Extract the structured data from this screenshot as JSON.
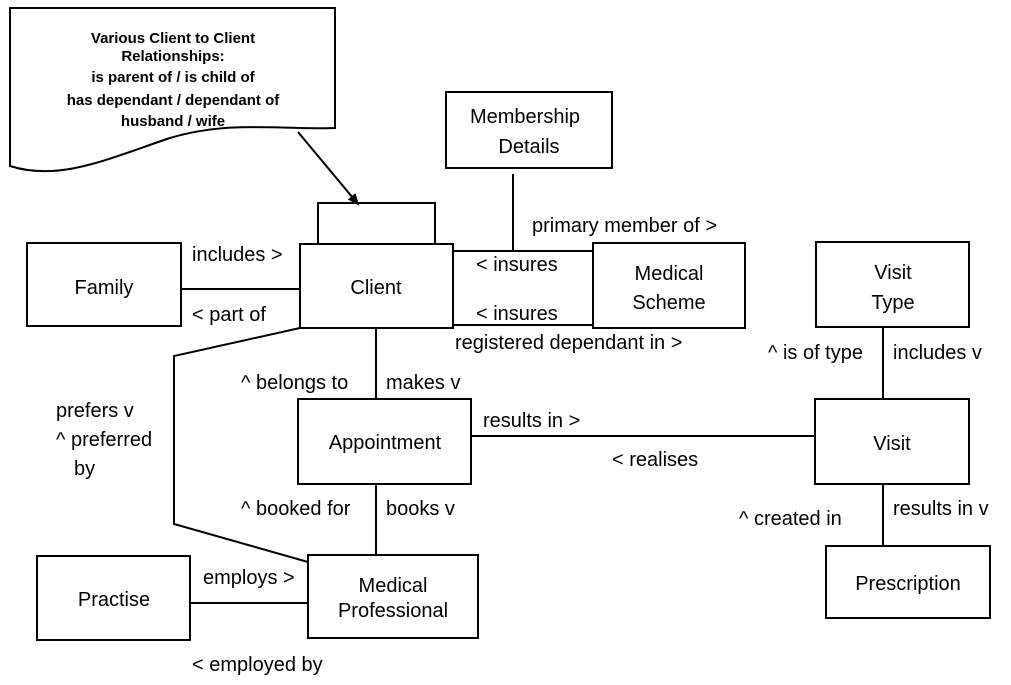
{
  "note": {
    "lines": [
      "Various Client to Client",
      "Relationships:",
      "is parent of / is child of",
      "has dependant / dependant of",
      "husband / wife"
    ]
  },
  "entities": {
    "membership_details": [
      "Membership",
      "Details"
    ],
    "family": [
      "Family"
    ],
    "client": [
      "Client"
    ],
    "medical_scheme": [
      "Medical",
      "Scheme"
    ],
    "visit_type": [
      "Visit",
      "Type"
    ],
    "appointment": [
      "Appointment"
    ],
    "visit": [
      "Visit"
    ],
    "practise": [
      "Practise"
    ],
    "medical_professional": [
      "Medical",
      "Professional"
    ],
    "prescription": [
      "Prescription"
    ]
  },
  "relationships": {
    "includes": "includes >",
    "part_of": "< part of",
    "primary_member_of": "primary member of >",
    "insures_1": "< insures",
    "insures_2": "< insures",
    "registered_dependant_in": "registered dependant in >",
    "belongs_to": "^ belongs to",
    "makes": "makes v",
    "prefers": "prefers v",
    "preferred": "^ preferred",
    "preferred_by": "by",
    "results_in": "results in >",
    "realises": "< realises",
    "is_of_type": "^ is of type",
    "includes_v": "includes v",
    "booked_for": "^ booked for",
    "books": "books v",
    "created_in": "^ created in",
    "results_in_v": "results in v",
    "employs": "employs >",
    "employed_by": "< employed by"
  }
}
